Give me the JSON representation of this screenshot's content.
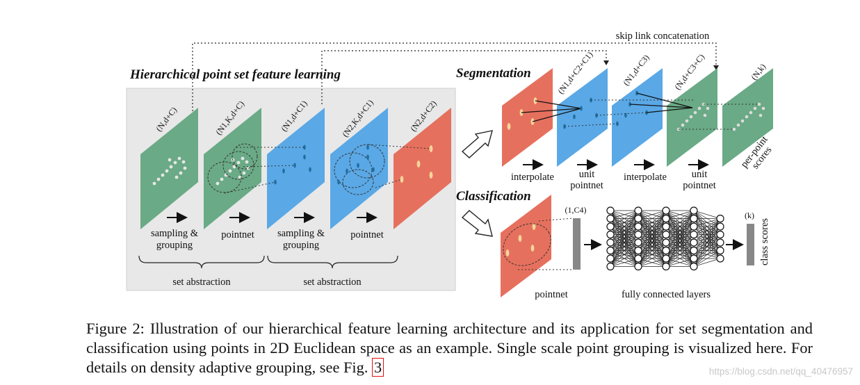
{
  "figure": {
    "hierarchical_title": "Hierarchical point set feature learning",
    "segmentation_title": "Segmentation",
    "classification_title": "Classification",
    "skip_link": "skip link concatenation",
    "set_abstraction_1": "set abstraction",
    "set_abstraction_2": "set abstraction",
    "step_sampling_1_a": "sampling &",
    "step_sampling_1_b": "grouping",
    "step_pointnet_1": "pointnet",
    "step_sampling_2_a": "sampling &",
    "step_sampling_2_b": "grouping",
    "step_pointnet_2": "pointnet",
    "dim_0": "(N,d+C)",
    "dim_1": "(N1,K,d+C)",
    "dim_2": "(N1,d+C1)",
    "dim_3": "(N2,K,d+C1)",
    "dim_4": "(N2,d+C2)",
    "seg_dim_1": "(N1,d+C2+C1)",
    "seg_dim_2": "(N1,d+C3)",
    "seg_dim_3": "(N,d+C3+C)",
    "seg_dim_4": "(N,k)",
    "seg_interpolate_1": "interpolate",
    "seg_unit_1_a": "unit",
    "seg_unit_1_b": "pointnet",
    "seg_interpolate_2": "interpolate",
    "seg_unit_2_a": "unit",
    "seg_unit_2_b": "pointnet",
    "per_point_a": "per-point",
    "per_point_b": "scores",
    "cls_pointnet": "pointnet",
    "cls_vector_dim": "(1,C4)",
    "cls_fc": "fully connected layers",
    "cls_k": "(k)",
    "cls_scores": "class scores",
    "colors": {
      "green": "#6aaa86",
      "blue": "#5aa8e6",
      "red": "#e6705e",
      "point": "#1f6f9e",
      "feature_point": "#f5d59a",
      "panel": "#e8e8e8"
    }
  },
  "caption": {
    "text": "Figure 2: Illustration of our hierarchical feature learning architecture and its application for set segmentation and classification using points in 2D Euclidean space as an example. Single scale point grouping is visualized here. For details on density adaptive grouping, see Fig. ",
    "ref": "3"
  },
  "watermark": "https://blog.csdn.net/qq_40476957"
}
